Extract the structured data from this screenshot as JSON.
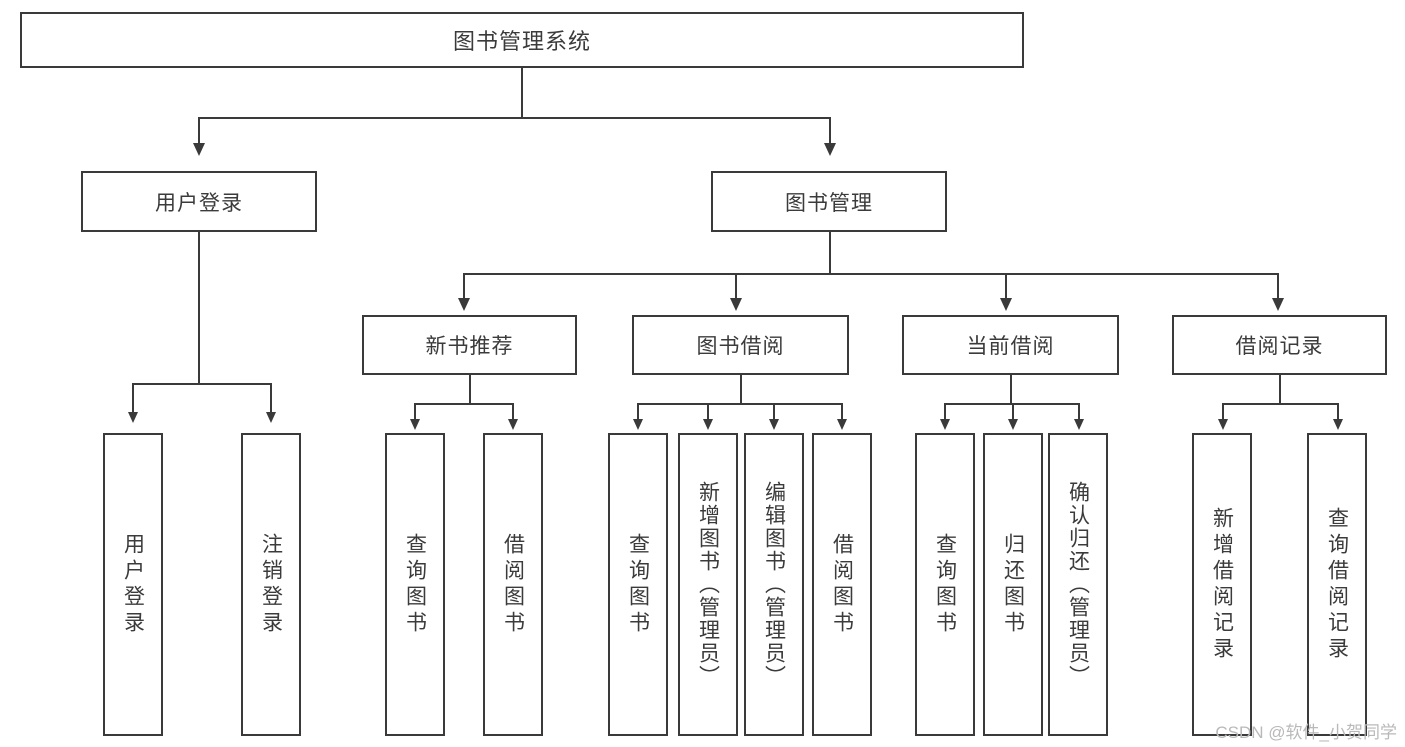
{
  "diagram": {
    "type": "tree",
    "title": "图书管理系统",
    "watermark": "CSDN @软件_小贺同学",
    "colors": {
      "border": "#3a3a3a",
      "text": "#3b3b3b",
      "background": "#ffffff",
      "watermark": "#b9b9b9"
    },
    "root": {
      "label": "图书管理系统"
    },
    "level2": [
      {
        "label": "用户登录"
      },
      {
        "label": "图书管理"
      }
    ],
    "level3": [
      {
        "label": "新书推荐"
      },
      {
        "label": "图书借阅"
      },
      {
        "label": "当前借阅"
      },
      {
        "label": "借阅记录"
      }
    ],
    "leaves": {
      "user_login": [
        {
          "label": "用户登录"
        },
        {
          "label": "注销登录"
        }
      ],
      "new_book_recommend": [
        {
          "label": "查询图书"
        },
        {
          "label": "借阅图书"
        }
      ],
      "book_borrow": [
        {
          "label": "查询图书"
        },
        {
          "label": "新增图书（管理员）"
        },
        {
          "label": "编辑图书（管理员）"
        },
        {
          "label": "借阅图书"
        }
      ],
      "current_borrow": [
        {
          "label": "查询图书"
        },
        {
          "label": "归还图书"
        },
        {
          "label": "确认归还（管理员）"
        }
      ],
      "borrow_record": [
        {
          "label": "新增借阅记录"
        },
        {
          "label": "查询借阅记录"
        }
      ]
    }
  }
}
